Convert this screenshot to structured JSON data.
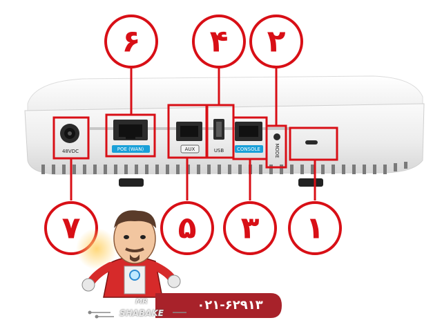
{
  "callouts": {
    "c1": "۱",
    "c2": "۲",
    "c3": "۳",
    "c4": "۴",
    "c5": "۵",
    "c6": "۶",
    "c7": "۷"
  },
  "ports": {
    "dc_label": "48VDC",
    "poe_label": "POE (WAN)",
    "aux_label": "AUX",
    "usb_label": "USB",
    "console_label": "CONSOLE",
    "mode_label": "MODE"
  },
  "badge": {
    "phone": "۰۲۱-۶۲۹۱۳",
    "brand_top": "MR",
    "brand_name": "SHABAKE"
  },
  "colors": {
    "callout_red": "#d80f16",
    "badge_red": "#a8222a",
    "device_white": "#f1f1f1",
    "poe_blue": "#1aa0d8"
  }
}
